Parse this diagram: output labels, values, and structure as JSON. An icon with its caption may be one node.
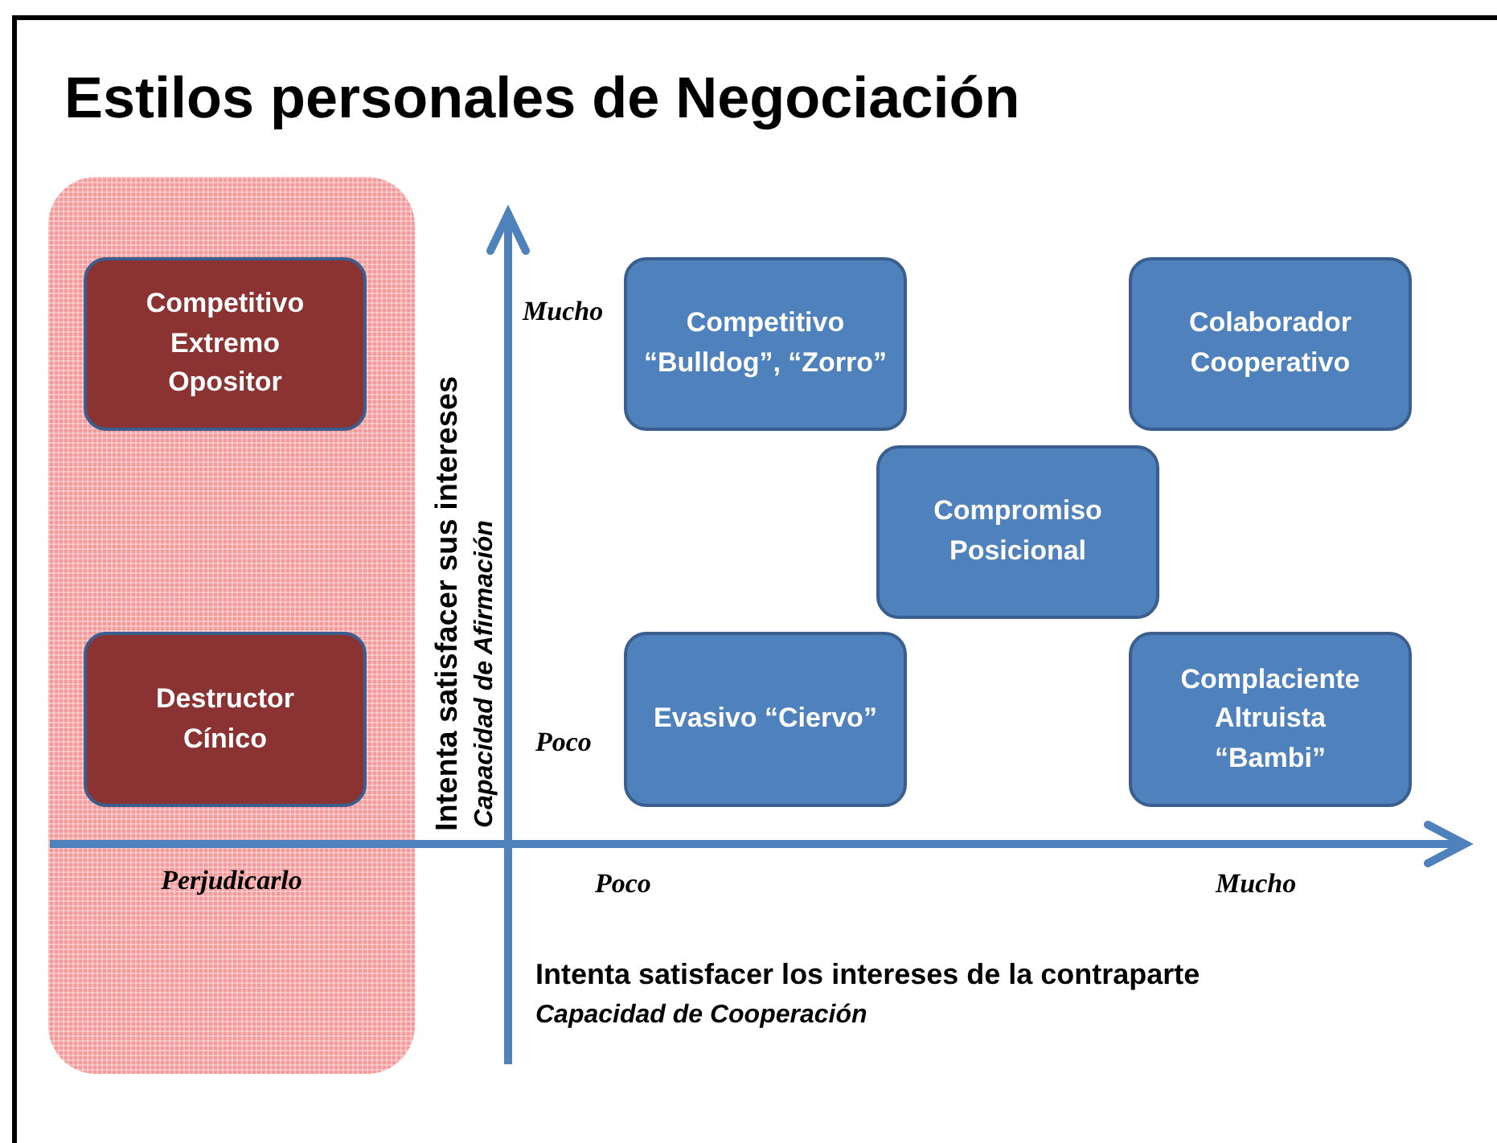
{
  "diagram": {
    "title": "Estilos personales de Negociación",
    "nodes": [
      {
        "text": [
          "Perjudicarlo"
        ]
      },
      {
        "text": [
          "Competitivo Extremo Opositor"
        ],
        "in": 0
      },
      {
        "text": [
          "Destructor Cínico"
        ],
        "in": 0
      },
      {
        "text": [
          "Competitivo “Bulldog”, “Zorro”"
        ]
      },
      {
        "text": [
          "Colaborador Cooperativo"
        ]
      },
      {
        "text": [
          "Compromiso Posicional"
        ]
      },
      {
        "text": [
          "Evasivo “Ciervo”"
        ]
      },
      {
        "text": [
          "Complaciente Altruista “Bambi”"
        ]
      }
    ],
    "labels": [
      "Mucho",
      "Poco",
      "Intenta satisfacer sus intereses",
      "Capacidad de Afirmación",
      "Poco",
      "Mucho",
      "Intenta satisfacer los intereses de la contraparte",
      "Capacidad de Cooperación"
    ]
  }
}
